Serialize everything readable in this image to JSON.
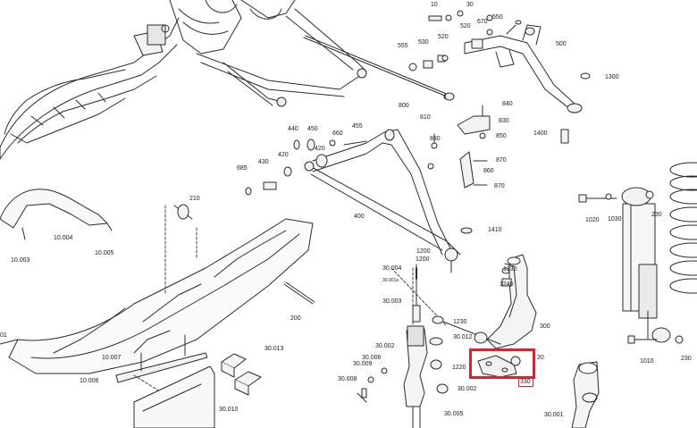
{
  "colors": {
    "line": "#2b2b2b",
    "part_fill": "#f2f2f2",
    "highlight": "#d9232e",
    "background": "#ffffff"
  },
  "labels": {
    "p10": "10",
    "p30": "30",
    "p520": "520",
    "p550": "550",
    "p670": "670",
    "p500": "500",
    "p555": "555",
    "p530": "530",
    "p520b": "520",
    "p1300": "1300",
    "p800": "800",
    "p840": "840",
    "p810": "810",
    "p830": "830",
    "p850": "850",
    "p440": "440",
    "p450": "450",
    "p660": "660",
    "p455": "455",
    "p880": "880",
    "p1400": "1400",
    "p420a": "420",
    "p430": "430",
    "p420b": "420",
    "p685": "685",
    "p870a": "870",
    "p860": "860",
    "p870b": "870",
    "p210": "210",
    "p10004": "10.004",
    "p10005": "10.005",
    "p10003": "10.003",
    "p400": "400",
    "p1410": "1410",
    "p1020": "1020",
    "p1030": "1030",
    "p230": "230",
    "p1200a": "1200",
    "p1200b": "1200",
    "p30004": "30.004",
    "p30001a": "30.001a",
    "p1230a": "1230",
    "p1240": "1240",
    "p30003": "30.003",
    "p200": "200",
    "p1230b": "1230",
    "p300": "300",
    "p30012": "30.012",
    "p01": "01",
    "p10007": "10.007",
    "p10006": "10.006",
    "p30013": "30.013",
    "p30010": "30.010",
    "p30002": "30.002",
    "p30006": "30.006",
    "p30009": "30.009",
    "p30008": "30.008",
    "p1220": "1220",
    "p20": "20",
    "p30002b": "30.002",
    "p330": "330",
    "p1010": "1010",
    "p230b": "230",
    "p30005": "30.005",
    "p30001": "30.001"
  }
}
